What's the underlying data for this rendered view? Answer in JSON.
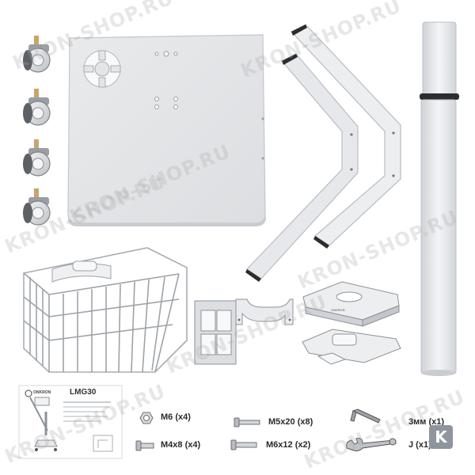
{
  "watermark": {
    "text": "KRON-SHOP.RU"
  },
  "manual": {
    "brand": "ONKRON",
    "model": "LMG30"
  },
  "hardware": [
    {
      "label": "M6 (x4)"
    },
    {
      "label": "M4x8 (x4)"
    },
    {
      "label": "M5x20 (x8)"
    },
    {
      "label": "M6x12 (x2)"
    },
    {
      "label": "3мм (x1)"
    },
    {
      "label": "J (x1)"
    }
  ],
  "badge": {
    "letter": "K"
  }
}
